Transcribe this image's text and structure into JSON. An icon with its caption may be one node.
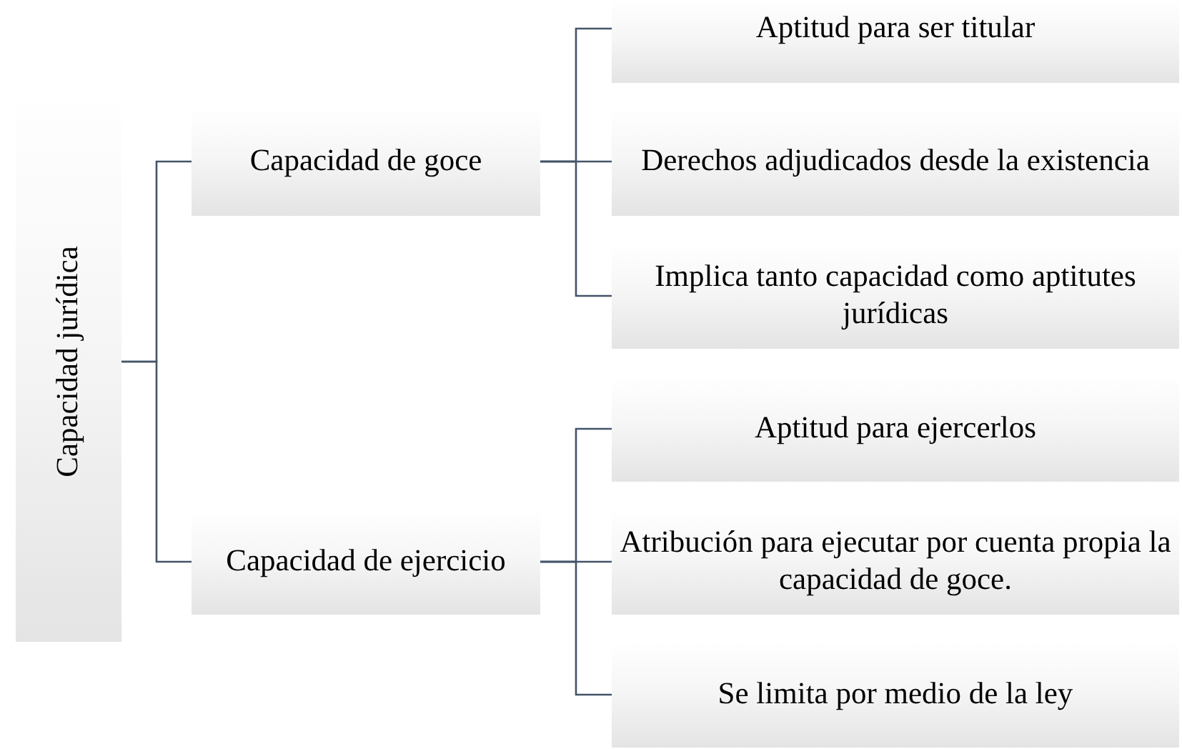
{
  "diagram": {
    "nodes": [
      {
        "text": [
          "Capacidad jurídica"
        ]
      },
      {
        "text": [
          "Capacidad de goce"
        ]
      },
      {
        "text": [
          "Aptitud para ser titular"
        ]
      },
      {
        "text": [
          "Derechos adjudicados desde la existencia"
        ]
      },
      {
        "text": [
          "Implica tanto capacidad como aptitutes jurídicas"
        ]
      },
      {
        "text": [
          "Capacidad de ejercicio"
        ]
      },
      {
        "text": [
          "Aptitud para ejercerlos"
        ]
      },
      {
        "text": [
          "Atribución para ejecutar por cuenta propia la capacidad de goce."
        ]
      },
      {
        "text": [
          "Se limita por medio de la ley"
        ]
      }
    ],
    "edges": [
      {
        "from": 0,
        "to": 1,
        "arrow": "none"
      },
      {
        "from": 0,
        "to": 5,
        "arrow": "none"
      },
      {
        "from": 1,
        "to": 2,
        "arrow": "none"
      },
      {
        "from": 1,
        "to": 3,
        "arrow": "none"
      },
      {
        "from": 1,
        "to": 4,
        "arrow": "none"
      },
      {
        "from": 5,
        "to": 6,
        "arrow": "none"
      },
      {
        "from": 5,
        "to": 7,
        "arrow": "none"
      },
      {
        "from": 5,
        "to": 8,
        "arrow": "none"
      }
    ]
  }
}
